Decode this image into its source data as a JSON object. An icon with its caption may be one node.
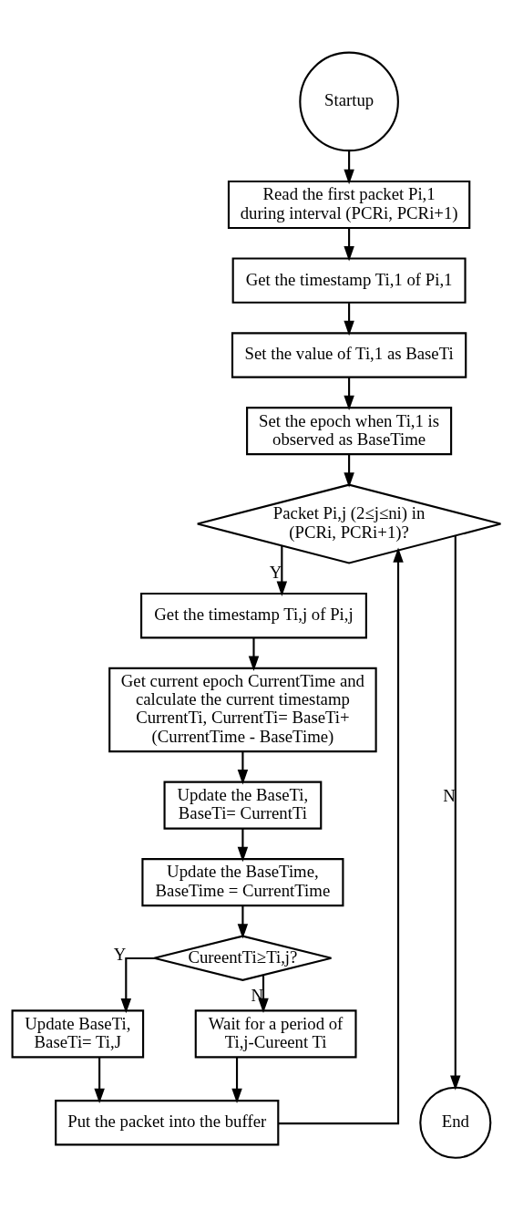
{
  "diagram": {
    "nodes": [
      {
        "text": [
          "Startup"
        ]
      },
      {
        "text": [
          "Read the first packet Pi,1 during interval (PCRi, PCRi+1)"
        ]
      },
      {
        "text": [
          "Get the timestamp Ti,1 of Pi,1"
        ]
      },
      {
        "text": [
          "Set the value of Ti,1 as BaseTi"
        ]
      },
      {
        "text": [
          "Set the epoch when Ti,1 is observed as BaseTime"
        ]
      },
      {
        "text": [
          "Packet Pi,j (2≤j≤ni) in (PCRi, PCRi+1)?"
        ]
      },
      {
        "text": [
          "Get the timestamp Ti,j of Pi,j"
        ]
      },
      {
        "text": [
          "Get current epoch CurrentTime and calculate the current timestamp CurrentTi, CurrentTi= BaseTi+ (CurrentTime - BaseTime)"
        ]
      },
      {
        "text": [
          "Update the BaseTi, BaseTi= CurrentTi"
        ]
      },
      {
        "text": [
          "Update the BaseTime, BaseTime = CurrentTime"
        ]
      },
      {
        "text": [
          "CureentTi≥Ti,j?"
        ]
      },
      {
        "text": [
          "Update BaseTi, BaseTi= Ti,J"
        ]
      },
      {
        "text": [
          "Wait for a period of Ti,j-Cureent Ti"
        ]
      },
      {
        "text": [
          "Put the packet into the buffer"
        ]
      },
      {
        "text": [
          "End"
        ]
      }
    ],
    "edges": [
      {
        "from": 0,
        "to": 1,
        "arrow": "to"
      },
      {
        "from": 1,
        "to": 2,
        "arrow": "to"
      },
      {
        "from": 2,
        "to": 3,
        "arrow": "to"
      },
      {
        "from": 3,
        "to": 4,
        "arrow": "to"
      },
      {
        "from": 4,
        "to": 5,
        "arrow": "to"
      },
      {
        "from": 5,
        "to": 6,
        "arrow": "to",
        "label": "Y"
      },
      {
        "from": 5,
        "to": 14,
        "arrow": "to",
        "label": "N"
      },
      {
        "from": 6,
        "to": 7,
        "arrow": "to"
      },
      {
        "from": 7,
        "to": 8,
        "arrow": "to"
      },
      {
        "from": 8,
        "to": 9,
        "arrow": "to"
      },
      {
        "from": 9,
        "to": 10,
        "arrow": "to"
      },
      {
        "from": 10,
        "to": 11,
        "arrow": "to",
        "label": "Y"
      },
      {
        "from": 10,
        "to": 12,
        "arrow": "to",
        "label": "N"
      },
      {
        "from": 11,
        "to": 13,
        "arrow": "to"
      },
      {
        "from": 12,
        "to": 13,
        "arrow": "to"
      },
      {
        "from": 13,
        "to": 5,
        "arrow": "to"
      }
    ]
  }
}
